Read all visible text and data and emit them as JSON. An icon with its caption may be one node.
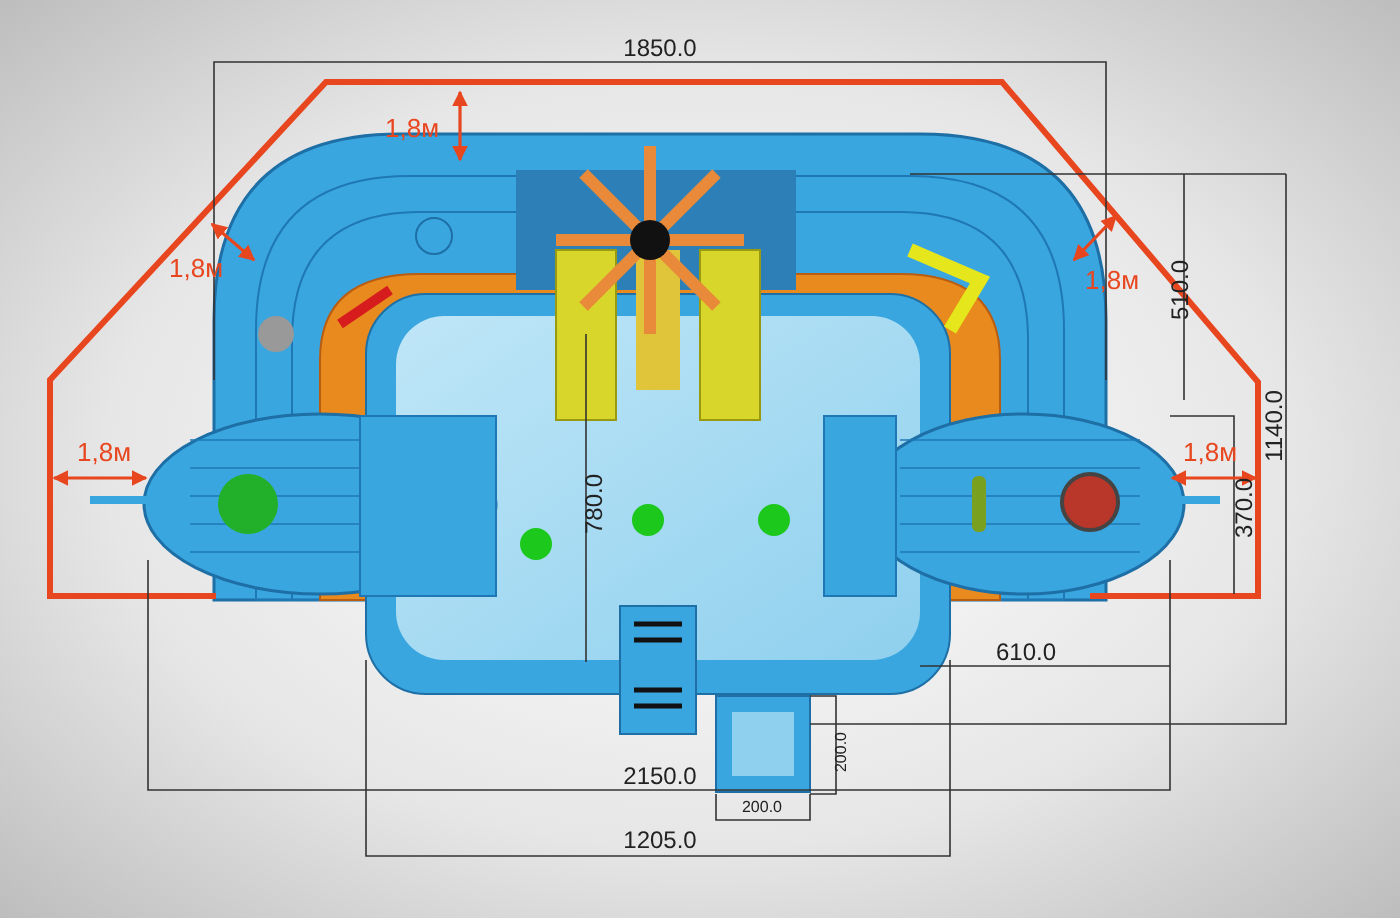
{
  "diagram": {
    "labels": [
      "1850.0",
      "1,8м",
      "1,8м",
      "1,8м",
      "510.0",
      "1,8м",
      "1,8м",
      "1140.0",
      "780.0",
      "370.0",
      "610.0",
      "200.0",
      "2150.0",
      "200.0",
      "1205.0"
    ]
  }
}
